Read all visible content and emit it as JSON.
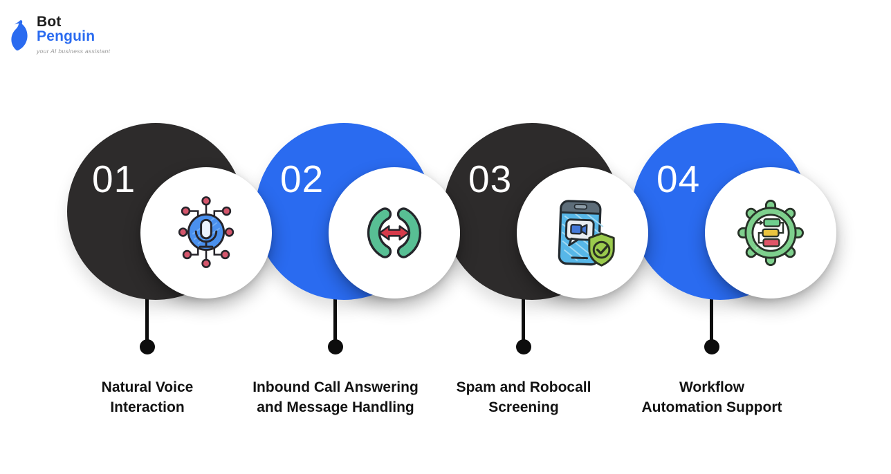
{
  "logo": {
    "brand_top": "Bot",
    "brand_bottom": "Penguin",
    "tagline": "your AI business assistant"
  },
  "colors": {
    "background": "#ffffff",
    "dark_circle": "#2d2b2b",
    "blue_circle": "#2a6bf0",
    "number_text": "#ffffff",
    "label_text": "#121212",
    "stem": "#0d0d0d",
    "logo_text": "#1c1c1c",
    "logo_brand": "#2a6bf0",
    "logo_tagline": "#9a9a9a",
    "icon_outline": "#26242a",
    "icon_blue": "#4a90ee",
    "icon_green": "#58bf94",
    "icon_red": "#d4566c",
    "icon_shield_green": "#9bcb4d",
    "icon_gear_green": "#7ed08d",
    "icon_yellow": "#eac43f"
  },
  "steps": [
    {
      "number": "01",
      "circle_color": "#2d2b2b",
      "icon": "voice-network-mic-icon",
      "label_line1": "Natural Voice",
      "label_line2": "Interaction"
    },
    {
      "number": "02",
      "circle_color": "#2a6bf0",
      "icon": "call-transfer-handsets-icon",
      "label_line1": "Inbound Call Answering",
      "label_line2": "and Message Handling"
    },
    {
      "number": "03",
      "circle_color": "#2d2b2b",
      "icon": "phone-shield-check-icon",
      "label_line1": "Spam and Robocall",
      "label_line2": "Screening"
    },
    {
      "number": "04",
      "circle_color": "#2a6bf0",
      "icon": "gear-workflow-icon",
      "label_line1": "Workflow",
      "label_line2": "Automation Support"
    }
  ]
}
